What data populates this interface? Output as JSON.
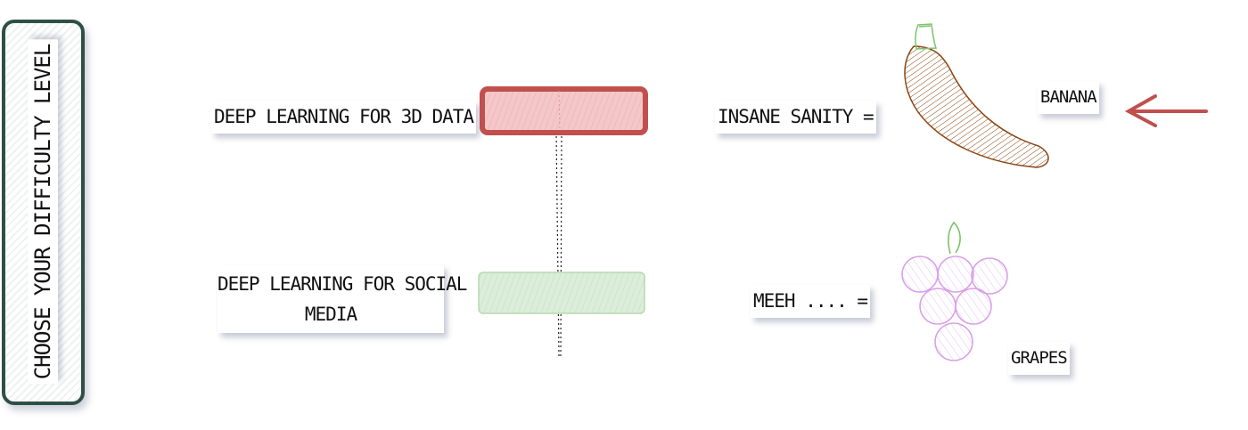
{
  "sidebar": {
    "title": "CHOOSE YOUR DIFFICULTY LEVEL"
  },
  "levels": [
    {
      "course": "DEEP LEARNING FOR 3D DATA",
      "verdict": "INSANE SANITY =",
      "fruit": "BANANA",
      "color": "#c0504d",
      "fill": "#f4c7c8"
    },
    {
      "course_lines": [
        "DEEP LEARNING FOR SOCIAL",
        "MEDIA"
      ],
      "verdict": "MEEH .... =",
      "fruit": "GRAPES",
      "color": "#b6d9b3",
      "fill": "#d8ecd6"
    }
  ],
  "colors": {
    "sidebar_border": "#2f4f45",
    "arrow": "#c0504d",
    "banana_stroke": "#8b4513",
    "stem": "#7dc36a",
    "grapes_stroke": "#d9a0e8"
  },
  "icons": [
    "banana-icon",
    "grapes-icon",
    "pointer-arrow-icon"
  ]
}
